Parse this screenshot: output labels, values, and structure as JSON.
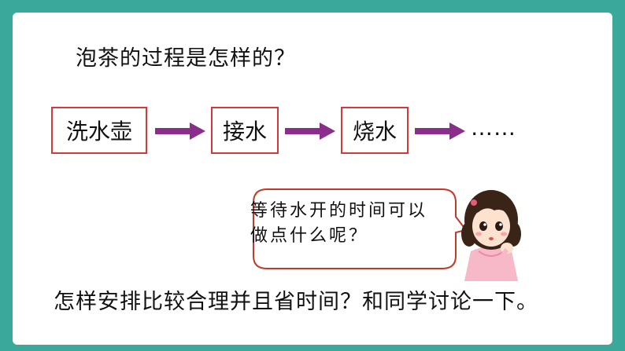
{
  "question": "泡茶的过程是怎样的？",
  "steps": [
    "洗水壶",
    "接水",
    "烧水"
  ],
  "ellipsis": "……",
  "speech_bubble": "等待水开的时间可以做点什么呢？",
  "prompt": "怎样安排比较合理并且省时间？和同学讨论一下。",
  "colors": {
    "background": "#3aa89a",
    "box_border": "#d23a3a",
    "arrow": "#8b2e8b",
    "bubble_border": "#c0392b"
  },
  "icons": {
    "arrow": "arrow-right-icon",
    "illustration": "girl-thinking-illustration"
  }
}
